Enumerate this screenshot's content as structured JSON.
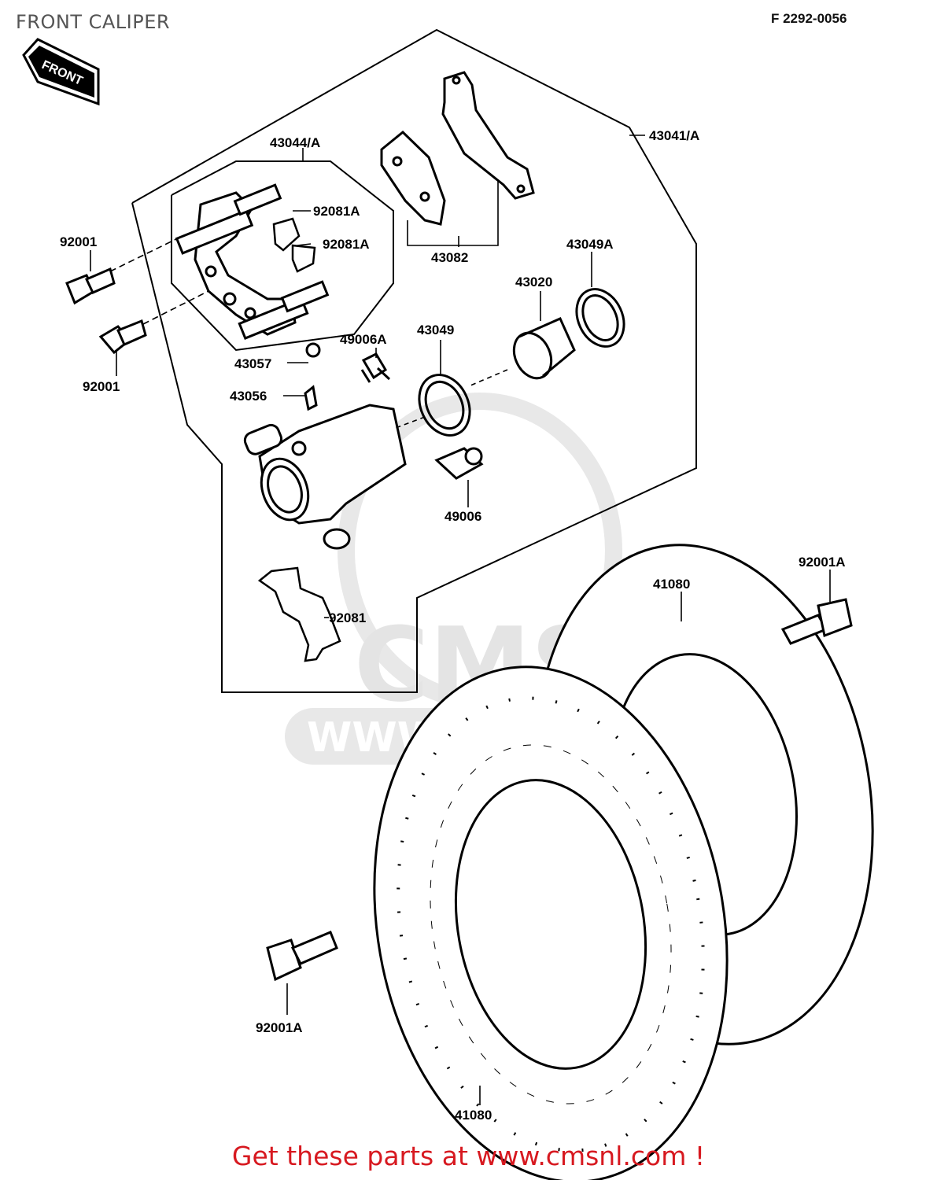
{
  "title": "FRONT CALIPER",
  "figure_code": "F 2292-0056",
  "front_arrow": "FRONT",
  "watermark": {
    "logo": "CMS",
    "url": "WWW.CMSNL.COM"
  },
  "part_labels": {
    "caliper_assembly": "43041/A",
    "bracket_assembly": "43044/A",
    "bolt_upper": "92001",
    "bolt_lower": "92001",
    "spring_a": "92081A",
    "spring_b": "92081A",
    "pad_set": "43082",
    "seal_dust": "43049A",
    "piston": "43020",
    "seal_piston": "43049",
    "cap": "49006A",
    "boot": "43057",
    "bleeder": "43056",
    "bleeder_screw": "49006",
    "spring_plate": "92081",
    "disc_rear": "41080",
    "disc_front": "41080",
    "disc_bolt_upper": "92001A",
    "disc_bolt_lower": "92001A"
  },
  "footer": "Get these parts at www.cmsnl.com !",
  "colors": {
    "footer": "#d71920",
    "title": "#555555",
    "watermark": "#e4e4e4",
    "line": "#000000"
  }
}
